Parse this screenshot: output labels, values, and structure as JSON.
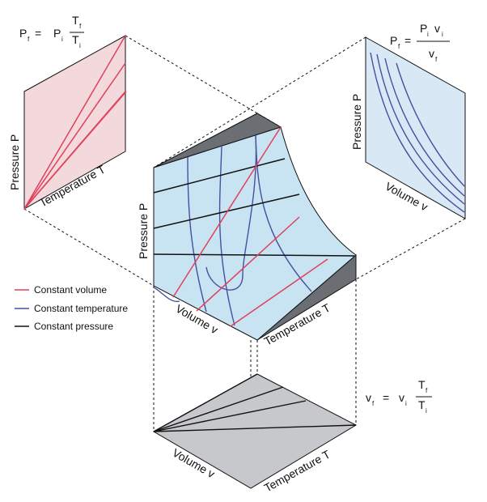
{
  "colors": {
    "constant_volume": "#e0405a",
    "constant_temperature": "#4a4ea0",
    "constant_pressure": "#111111",
    "pt_panel": "#f3d9dc",
    "pv_panel": "#d9e8f5",
    "surface": "#c8e4f2",
    "dark_face": "#6b6e72",
    "tv_panel": "#c7c8cc"
  },
  "pt_panel": {
    "eq_lhs": "P",
    "eq_lhs_sub": "f",
    "eq_equals": "=",
    "eq_rhs": "P",
    "eq_rhs_sub": "i",
    "eq_num": "T",
    "eq_num_sub": "f",
    "eq_den": "T",
    "eq_den_sub": "i",
    "axis_y": "Pressure  P",
    "axis_x": "Temperature  T"
  },
  "pv_panel": {
    "eq_lhs": "P",
    "eq_lhs_sub": "f",
    "eq_equals": "=",
    "eq_num1": "P",
    "eq_num1_sub": "i",
    "eq_num2": "v",
    "eq_num2_sub": "i",
    "eq_den": "v",
    "eq_den_sub": "f",
    "axis_y": "Pressure  P",
    "axis_x": "Volume  v"
  },
  "surface": {
    "axis_p": "Pressure  P",
    "axis_v": "Volume  v",
    "axis_t": "Temperature  T"
  },
  "tv_panel": {
    "eq_lhs": "v",
    "eq_lhs_sub": "f",
    "eq_equals": "=",
    "eq_rhs": "v",
    "eq_rhs_sub": "i",
    "eq_num": "T",
    "eq_num_sub": "f",
    "eq_den": "T",
    "eq_den_sub": "i",
    "axis_v": "Volume  v",
    "axis_t": "Temperature  T"
  },
  "legend": [
    {
      "label": "Constant volume",
      "color": "#e0405a"
    },
    {
      "label": "Constant temperature",
      "color": "#4a4ea0"
    },
    {
      "label": "Constant pressure",
      "color": "#111111"
    }
  ]
}
